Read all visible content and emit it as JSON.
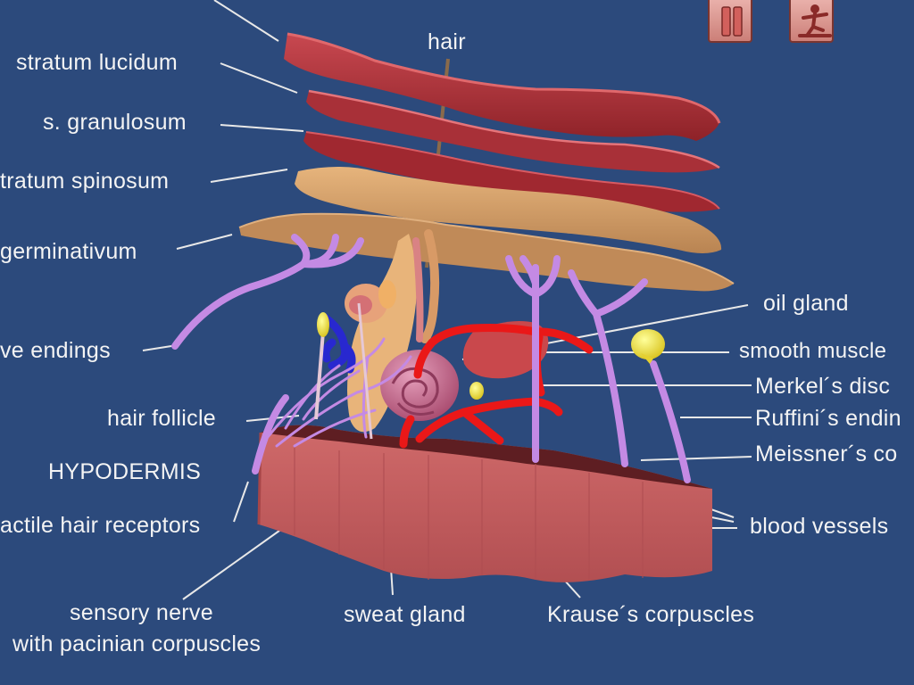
{
  "labels": {
    "hair": "hair",
    "stratum_lucidum": "stratum lucidum",
    "s_granulosum": "s. granulosum",
    "stratum_spinosum": "tratum spinosum",
    "germinativum": "germinativum",
    "nerve_endings": "ve endings",
    "hair_follicle": "hair follicle",
    "hypodermis": "HYPODERMIS",
    "tactile_hair_receptors": "actile hair receptors",
    "sensory_nerve_line1": "sensory nerve",
    "sensory_nerve_line2": "with pacinian corpuscles",
    "sweat_gland": "sweat gland",
    "krause": "Krause´s corpuscles",
    "oil_gland": "oil gland",
    "smooth_muscle": "smooth muscle",
    "merkel": "Merkel´s disc",
    "ruffini": "Ruffini´s endin",
    "meissner": "Meissner´s co",
    "blood_vessels": "blood vessels"
  },
  "toolbar": {
    "pause_icon": "pause-icon",
    "figure_icon": "person-figure-icon"
  },
  "colors": {
    "background": "#2c4a7c",
    "epidermis_red": "#b53a40",
    "germinativum_tan": "#d6a46a",
    "nerve_purple": "#c88ce6",
    "hypodermis": "#c85e60",
    "artery_red": "#ee1616",
    "vein_blue": "#2a2ad0",
    "receptor_yellow": "#f0e23a",
    "gland_pink": "#d47a98"
  }
}
